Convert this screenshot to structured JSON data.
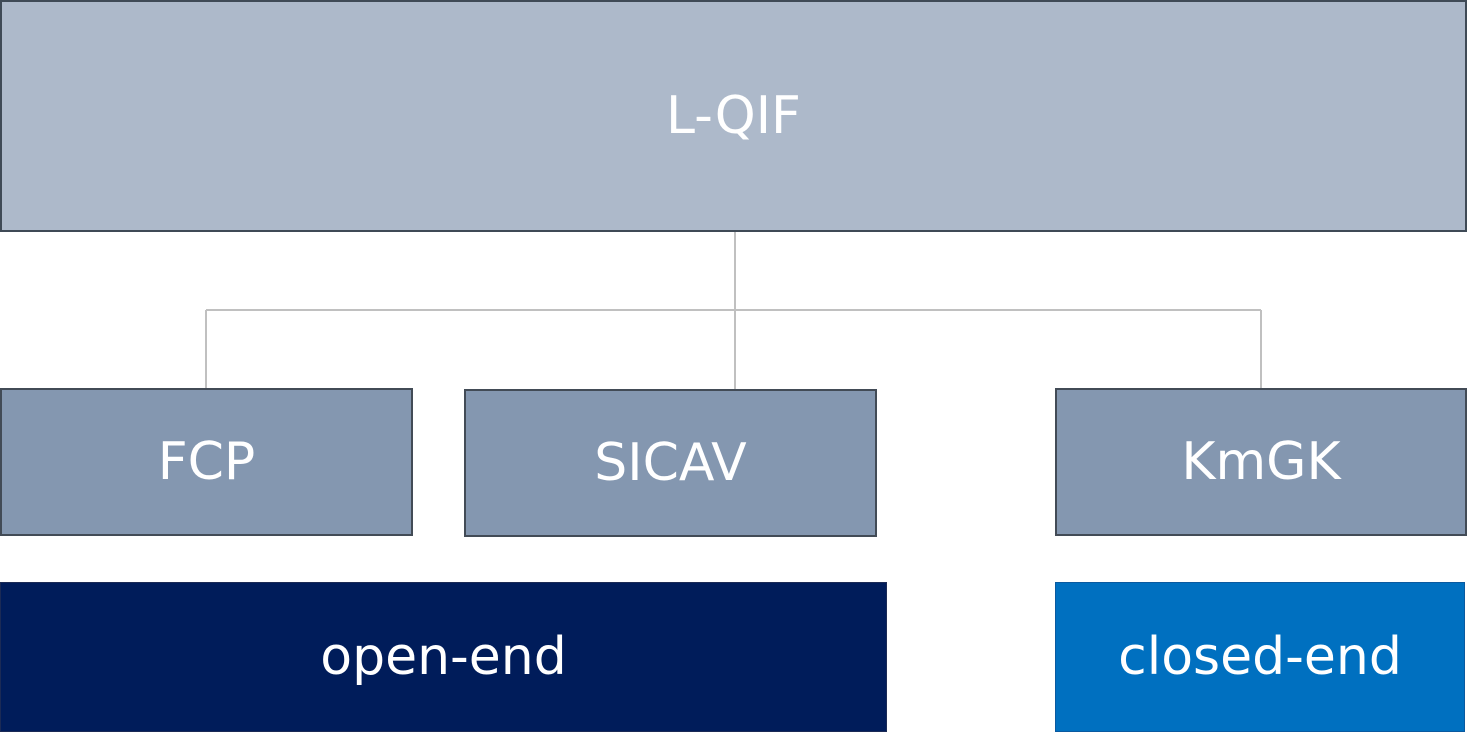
{
  "root": {
    "label": "L-QIF"
  },
  "children": [
    {
      "label": "FCP"
    },
    {
      "label": "SICAV"
    },
    {
      "label": "KmGK"
    }
  ],
  "categories": [
    {
      "label": "open-end"
    },
    {
      "label": "closed-end"
    }
  ],
  "colors": {
    "root_fill": "#adb9ca",
    "child_fill": "#8497b0",
    "open_end_fill": "#001c5a",
    "closed_end_fill": "#0070c0",
    "connector": "#c0c0c0",
    "text": "#ffffff"
  }
}
